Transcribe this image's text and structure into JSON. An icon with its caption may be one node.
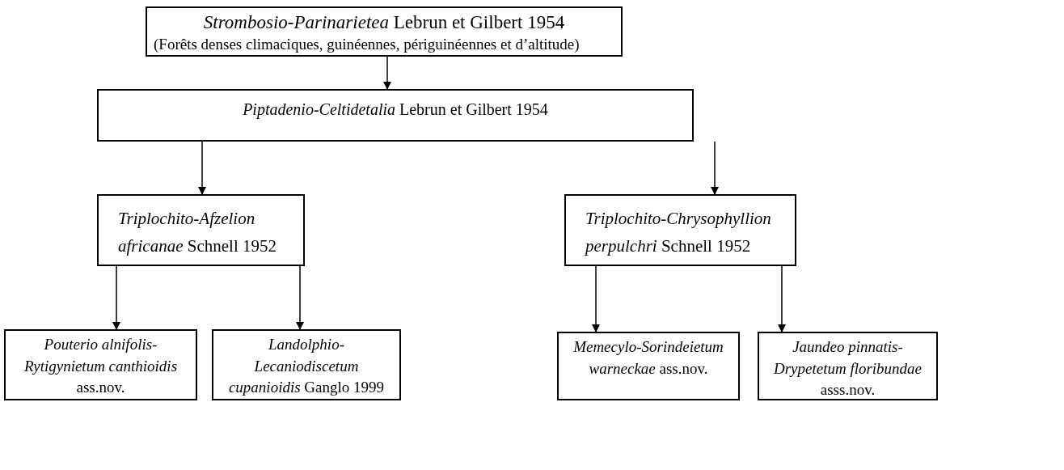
{
  "diagram": {
    "nodes": [
      {
        "text": [
          "*Strombosio-Parinarietea* Lebrun et Gilbert 1954",
          "(Forêts denses climaciques, guinéennes, périguinéennes et d’altitude)"
        ]
      },
      {
        "text": [
          "*Piptadenio-Celtidetalia* Lebrun et Gilbert 1954"
        ]
      },
      {
        "text": [
          "*Triplochito-Afzelion africanae* Schnell 1952"
        ]
      },
      {
        "text": [
          "*Triplochito-Chrysophyllion perpulchri* Schnell 1952"
        ]
      },
      {
        "text": [
          "*Pouterio alnifolis-Rytigynietum canthioidis* ass.nov."
        ]
      },
      {
        "text": [
          "*Landolphio-Lecaniodiscetum cupanioidis* Ganglo 1999"
        ]
      },
      {
        "text": [
          "*Memecylo-Sorindeietum warneckae* ass.nov."
        ]
      },
      {
        "text": [
          "*Jaundeo pinnatis-Drypetetum floribundae* asss.nov."
        ]
      }
    ],
    "edges": [
      {
        "from": 0,
        "to": 1,
        "arrow": "to"
      },
      {
        "from": 1,
        "to": 2,
        "arrow": "to"
      },
      {
        "from": 1,
        "to": 3,
        "arrow": "to"
      },
      {
        "from": 2,
        "to": 4,
        "arrow": "to"
      },
      {
        "from": 2,
        "to": 5,
        "arrow": "to"
      },
      {
        "from": 3,
        "to": 6,
        "arrow": "to"
      },
      {
        "from": 3,
        "to": 7,
        "arrow": "to"
      }
    ]
  }
}
